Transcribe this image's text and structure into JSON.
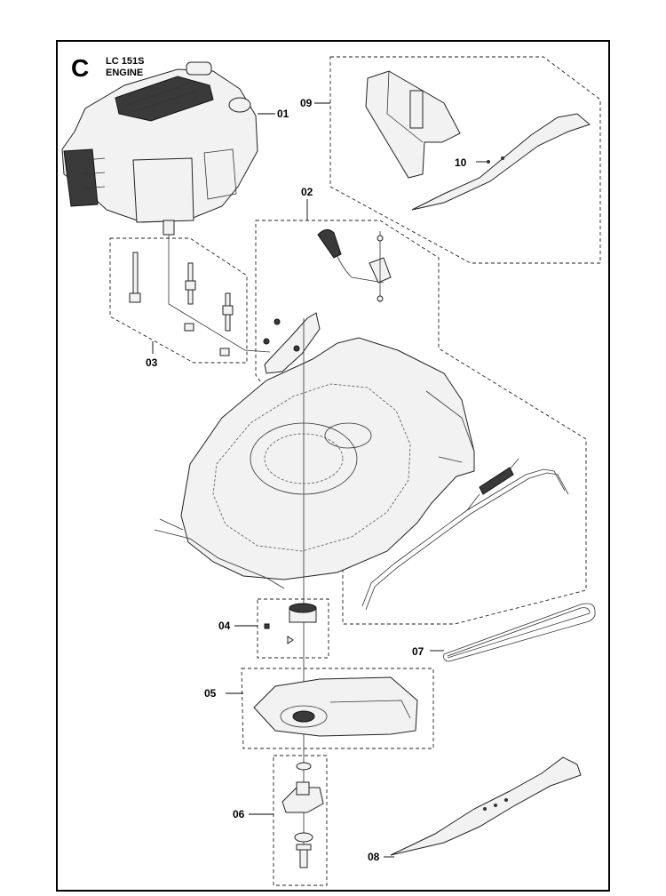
{
  "header": {
    "section_letter": "C",
    "model": "LC 151S",
    "subtitle": "ENGINE"
  },
  "callouts": {
    "p01": "01",
    "p02": "02",
    "p03": "03",
    "p04": "04",
    "p05": "05",
    "p06": "06",
    "p07": "07",
    "p08": "08",
    "p09": "09",
    "p10": "10"
  }
}
